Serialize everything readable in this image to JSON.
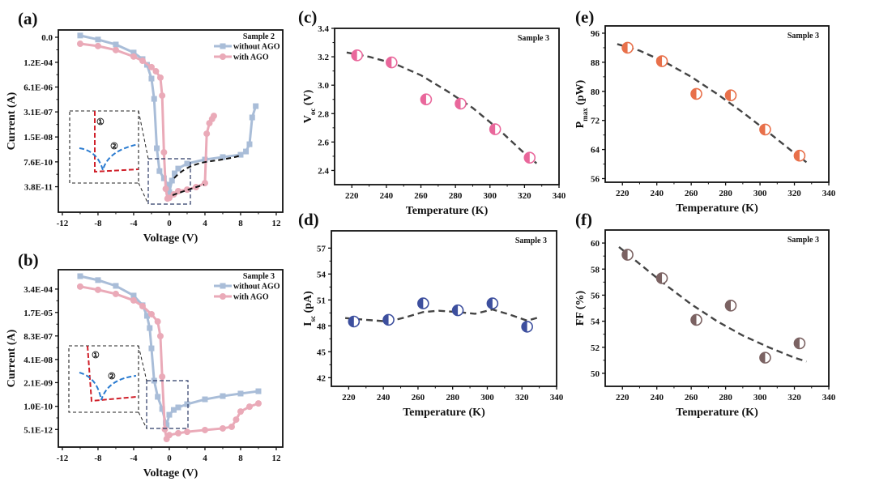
{
  "chart_data": [
    {
      "id": "a",
      "panel_label": "(a)",
      "type": "line",
      "yscale": "log10",
      "xlabel": "Voltage (V)",
      "ylabel": "Current (A)",
      "xlim": [
        -12.45,
        12.73
      ],
      "ylim": [
        -11.75,
        -2.23
      ],
      "xticks": [
        -12,
        -8,
        -4,
        0,
        4,
        8,
        12
      ],
      "yticks": [
        {
          "v": -2.61,
          "label": "0.0"
        },
        {
          "v": -3.92,
          "label": "1.2E-04"
        },
        {
          "v": -5.21,
          "label": "6.1E-06"
        },
        {
          "v": -6.51,
          "label": "3.1E-07"
        },
        {
          "v": -7.82,
          "label": "1.5E-08"
        },
        {
          "v": -9.12,
          "label": "7.6E-10"
        },
        {
          "v": -10.42,
          "label": "3.8E-11"
        }
      ],
      "legend_title": "Sample 2",
      "legend_position": "top-right",
      "inset_labels": [
        "①",
        "②"
      ],
      "series": [
        {
          "name": "without AGO",
          "color": "#a9bdd8",
          "marker": "square",
          "x": [
            -10,
            -8,
            -6,
            -4,
            -3,
            -2.5,
            -2,
            -1.7,
            -1.4,
            -1.1,
            -0.6,
            -0.2,
            0,
            0.3,
            0.6,
            1,
            2,
            4,
            6,
            8,
            8.6,
            9,
            9.3,
            9.7
          ],
          "y": [
            -2.52,
            -2.73,
            -2.99,
            -3.41,
            -3.75,
            -4.05,
            -4.77,
            -5.83,
            -8.41,
            -9.6,
            -9.98,
            -10.31,
            -10.7,
            -10.1,
            -9.72,
            -9.47,
            -9.21,
            -9.0,
            -8.87,
            -8.75,
            -8.58,
            -8.2,
            -6.8,
            -6.21
          ]
        },
        {
          "name": "with  AGO",
          "color": "#eaaab8",
          "marker": "circle",
          "x": [
            -10,
            -8,
            -6,
            -4,
            -3,
            -2,
            -1.5,
            -1,
            -0.8,
            -0.6,
            -0.4,
            -0.2,
            0,
            0.5,
            1,
            2,
            3,
            4,
            4.2,
            4.5,
            4.8,
            5
          ],
          "y": [
            -2.95,
            -3.07,
            -3.28,
            -3.62,
            -3.84,
            -4.17,
            -4.39,
            -4.72,
            -5.66,
            -8.62,
            -10.53,
            -11.04,
            -11.0,
            -10.82,
            -10.65,
            -10.57,
            -10.44,
            -10.23,
            -7.65,
            -7.1,
            -6.88,
            -6.72
          ]
        }
      ]
    },
    {
      "id": "b",
      "panel_label": "(b)",
      "type": "line",
      "yscale": "log10",
      "xlabel": "Voltage (V)",
      "ylabel": "Current (A)",
      "xlim": [
        -12.45,
        12.73
      ],
      "ylim": [
        -12.27,
        -2.39
      ],
      "xticks": [
        -12,
        -8,
        -4,
        0,
        4,
        8,
        12
      ],
      "yticks": [
        {
          "v": -3.47,
          "label": "3.4E-04"
        },
        {
          "v": -4.77,
          "label": "1.7E-05"
        },
        {
          "v": -6.08,
          "label": "8.3E-07"
        },
        {
          "v": -7.39,
          "label": "4.1E-08"
        },
        {
          "v": -8.68,
          "label": "2.1E-09"
        },
        {
          "v": -10.0,
          "label": "1.0E-10"
        },
        {
          "v": -11.29,
          "label": "5.1E-12"
        }
      ],
      "legend_title": "Sample 3",
      "legend_position": "top-right",
      "inset_labels": [
        "①",
        "②"
      ],
      "series": [
        {
          "name": "without AGO",
          "color": "#a9bdd8",
          "marker": "square",
          "x": [
            -10,
            -8,
            -6,
            -4,
            -3,
            -2.5,
            -2.2,
            -2,
            -1.7,
            -1.3,
            -0.8,
            -0.4,
            -0.3,
            0,
            0.5,
            1,
            2,
            4,
            6,
            8,
            10
          ],
          "y": [
            -2.75,
            -2.97,
            -3.29,
            -3.83,
            -4.37,
            -4.96,
            -5.64,
            -6.77,
            -8.57,
            -9.47,
            -10.15,
            -10.92,
            -11.05,
            -10.47,
            -10.2,
            -10.06,
            -9.88,
            -9.61,
            -9.43,
            -9.29,
            -9.16
          ]
        },
        {
          "name": "with  AGO",
          "color": "#eaaab8",
          "marker": "circle",
          "x": [
            -10,
            -8,
            -6,
            -4,
            -3,
            -2,
            -1.3,
            -1,
            -0.8,
            -0.5,
            -0.3,
            0,
            1,
            2,
            4,
            6,
            7,
            7.5,
            8,
            9,
            10
          ],
          "y": [
            -3.33,
            -3.51,
            -3.74,
            -4.1,
            -4.42,
            -4.87,
            -5.28,
            -6.09,
            -8.35,
            -11.28,
            -11.82,
            -11.6,
            -11.5,
            -11.42,
            -11.32,
            -11.23,
            -11.14,
            -10.74,
            -10.29,
            -10.02,
            -9.84
          ]
        }
      ]
    },
    {
      "id": "c",
      "panel_label": "(c)",
      "type": "scatter",
      "xlabel": "Temperature (K)",
      "ylabel": {
        "main": "V",
        "sub": "oc",
        "unit": " (V)"
      },
      "annotation": "Sample 3",
      "xlim": [
        210,
        340
      ],
      "ylim": [
        2.3,
        3.4
      ],
      "xticks": [
        220,
        240,
        260,
        280,
        300,
        320,
        340
      ],
      "yticks": [
        {
          "v": 2.4,
          "label": "2.4"
        },
        {
          "v": 2.6,
          "label": "2.6"
        },
        {
          "v": 2.8,
          "label": "2.8"
        },
        {
          "v": 3.0,
          "label": "3.0"
        },
        {
          "v": 3.2,
          "label": "3.2"
        },
        {
          "v": 3.4,
          "label": "3.4"
        }
      ],
      "color": "#e9679b",
      "x": [
        223,
        243,
        263,
        283,
        303,
        323
      ],
      "y": [
        3.21,
        3.16,
        2.9,
        2.87,
        2.69,
        2.49
      ],
      "fit": {
        "x": [
          217,
          230,
          245,
          260,
          275,
          290,
          305,
          320,
          327
        ],
        "y": [
          3.23,
          3.2,
          3.15,
          3.07,
          2.96,
          2.84,
          2.69,
          2.52,
          2.45
        ]
      }
    },
    {
      "id": "d",
      "panel_label": "(d)",
      "type": "scatter",
      "xlabel": "Temperature (K)",
      "ylabel": {
        "main": "I",
        "sub": "sc",
        "unit": " (pA)"
      },
      "annotation": "Sample 3",
      "xlim": [
        210,
        340
      ],
      "ylim": [
        41,
        59
      ],
      "xticks": [
        220,
        240,
        260,
        280,
        300,
        320,
        340
      ],
      "yticks": [
        {
          "v": 42,
          "label": "42"
        },
        {
          "v": 45,
          "label": "45"
        },
        {
          "v": 48,
          "label": "48"
        },
        {
          "v": 51,
          "label": "51"
        },
        {
          "v": 54,
          "label": "54"
        },
        {
          "v": 57,
          "label": "57"
        }
      ],
      "color": "#3d4f9e",
      "x": [
        223,
        243,
        263,
        283,
        303,
        323
      ],
      "y": [
        48.5,
        48.7,
        50.6,
        49.8,
        50.6,
        47.9
      ],
      "fit": {
        "x": [
          218,
          230,
          243,
          253,
          263,
          272,
          283,
          293,
          303,
          313,
          323,
          330
        ],
        "y": [
          48.9,
          48.7,
          48.5,
          49.0,
          49.6,
          49.75,
          49.6,
          49.4,
          49.9,
          49.3,
          48.6,
          49.0
        ]
      }
    },
    {
      "id": "e",
      "panel_label": "(e)",
      "type": "scatter",
      "xlabel": "Temperature (K)",
      "ylabel": {
        "main": "P",
        "sub": "max",
        "unit": " (pW)"
      },
      "annotation": "Sample 3",
      "xlim": [
        210,
        340
      ],
      "ylim": [
        55,
        98
      ],
      "xticks": [
        220,
        240,
        260,
        280,
        300,
        320,
        340
      ],
      "yticks": [
        {
          "v": 56,
          "label": "56"
        },
        {
          "v": 64,
          "label": "64"
        },
        {
          "v": 72,
          "label": "72"
        },
        {
          "v": 80,
          "label": "80"
        },
        {
          "v": 88,
          "label": "88"
        },
        {
          "v": 96,
          "label": "96"
        }
      ],
      "color": "#e8704a",
      "x": [
        223,
        243,
        263,
        283,
        303,
        323
      ],
      "y": [
        92.0,
        88.3,
        79.3,
        78.9,
        69.5,
        62.3
      ],
      "fit": {
        "x": [
          217,
          230,
          245,
          260,
          275,
          290,
          305,
          320,
          327
        ],
        "y": [
          93.0,
          91.2,
          88.0,
          84.0,
          79.3,
          74.2,
          68.7,
          63.0,
          60.5
        ]
      }
    },
    {
      "id": "f",
      "panel_label": "(f)",
      "type": "scatter",
      "xlabel": "Temperature (K)",
      "ylabel": {
        "main": "FF",
        "sub": "",
        "unit": " (%)"
      },
      "annotation": "Sample 3",
      "xlim": [
        210,
        340
      ],
      "ylim": [
        49,
        61
      ],
      "xticks": [
        220,
        240,
        260,
        280,
        300,
        320,
        340
      ],
      "yticks": [
        {
          "v": 50,
          "label": "50"
        },
        {
          "v": 52,
          "label": "52"
        },
        {
          "v": 54,
          "label": "54"
        },
        {
          "v": 56,
          "label": "56"
        },
        {
          "v": 58,
          "label": "58"
        },
        {
          "v": 60,
          "label": "60"
        }
      ],
      "color": "#7b6262",
      "x": [
        223,
        243,
        263,
        283,
        303,
        323
      ],
      "y": [
        59.1,
        57.3,
        54.1,
        55.2,
        51.2,
        52.3
      ],
      "fit": {
        "x": [
          218,
          230,
          245,
          260,
          275,
          290,
          305,
          320,
          327
        ],
        "y": [
          59.7,
          58.4,
          56.8,
          55.3,
          54.0,
          52.9,
          52.0,
          51.2,
          50.9
        ]
      }
    }
  ]
}
